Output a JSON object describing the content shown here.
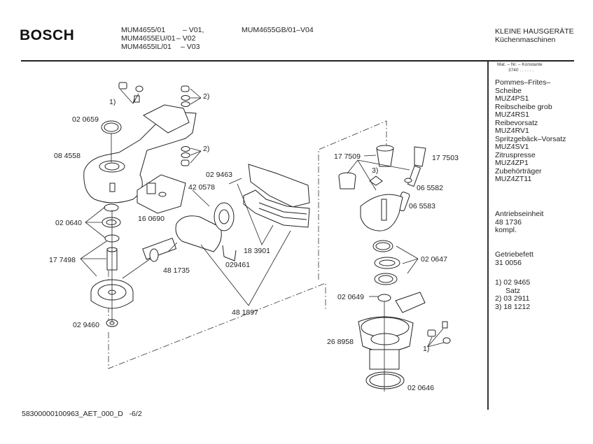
{
  "header": {
    "brand": "BOSCH",
    "models_left": [
      {
        "model": "MUM4655/01",
        "variant": "– V01,"
      },
      {
        "model": "MUM4655EU/01",
        "variant": "– V02"
      },
      {
        "model": "MUM4655IL/01",
        "variant": "– V03"
      }
    ],
    "models_right": "MUM4655GB/01–V04",
    "category_line1": "KLEINE HAUSGERÄTE",
    "category_line2": "Küchenmaschinen"
  },
  "sidebar": {
    "mat_label": "Mat. – Nr. – Konstante",
    "mat_value": "3740  .  .  .  .  .  .",
    "accessories": [
      "Pommes–Frites–",
      "Scheibe",
      "MUZ4PS1",
      "Reibscheibe grob",
      "MUZ4RS1",
      "Reibevorsatz",
      "MUZ4RV1",
      "Spritzgebäck–Vorsatz",
      "MUZ4SV1",
      "Zitruspresse",
      "MUZ4ZP1",
      "Zubehörträger",
      "MUZ4ZT11"
    ],
    "drive_unit": [
      "Antriebseinheit",
      "48 1736",
      "kompl."
    ],
    "grease": [
      "Getriebefett",
      "31 0056"
    ],
    "notes": [
      {
        "text": "1)  02 9465"
      },
      {
        "text": "Satz",
        "indent": true
      },
      {
        "text": "2)  03 2911"
      },
      {
        "text": "3)  18 1212"
      }
    ]
  },
  "diagram": {
    "part_labels": {
      "p020659": "02 0659",
      "p084558": "08 4558",
      "p020640": "02 0640",
      "p177498": "17 7498",
      "p029460": "02 9460",
      "p160690": "16 0690",
      "p420578": "42 0578",
      "p029463": "02 9463",
      "p481735": "48 1735",
      "p029461": "029461",
      "p183901": "18 3901",
      "p481897": "48 1897",
      "p177509": "17 7509",
      "p177503": "17 7503",
      "p065582": "06 5582",
      "p065583": "06 5583",
      "p020647": "02 0647",
      "p020649": "02 0649",
      "p268958": "26 8958",
      "p020646": "02 0646",
      "note1a": "1)",
      "note1b": "1)",
      "note2a": "2)",
      "note2b": "2)",
      "note3": "3)"
    }
  },
  "footer": {
    "doc_id": "58300000100963_AET_000_D",
    "page": "-6/2"
  }
}
